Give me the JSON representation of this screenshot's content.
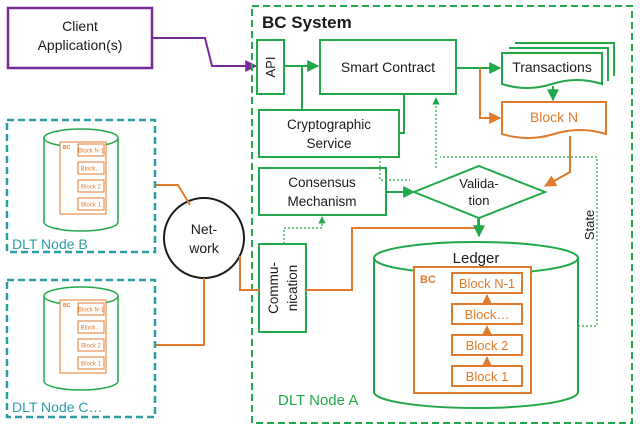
{
  "diagram": {
    "client": [
      "Client",
      "Application(s)"
    ],
    "bc_system": {
      "title": "BC System",
      "api": "API",
      "smart_contract": "Smart Contract",
      "transactions": "Transactions",
      "block_n": "Block N",
      "crypto": [
        "Cryptographic",
        "Service"
      ],
      "consensus": [
        "Consensus",
        "Mechanism"
      ],
      "validation": [
        "Valida-",
        "tion"
      ],
      "communication": [
        "Commu-",
        "nication"
      ],
      "state": "State",
      "ledger": "Ledger",
      "bc": "BC",
      "blocks": [
        "Block N-1",
        "Block…",
        "Block 2",
        "Block 1"
      ],
      "node_label": "DLT Node A"
    },
    "network": [
      "Net-",
      "work"
    ],
    "node_b": {
      "label": "DLT Node B",
      "bc": "BC",
      "blocks": [
        "Block N-1",
        "Block…",
        "Block 2",
        "Block 1"
      ]
    },
    "node_c": {
      "label": "DLT Node C…",
      "bc": "BC",
      "blocks": [
        "Block N-1",
        "Block…",
        "Block 2",
        "Block 1"
      ]
    },
    "colors": {
      "green": "#21a84a",
      "orange": "#e07b2e",
      "purple": "#7b2a9c",
      "teal": "#2b9da6"
    }
  }
}
